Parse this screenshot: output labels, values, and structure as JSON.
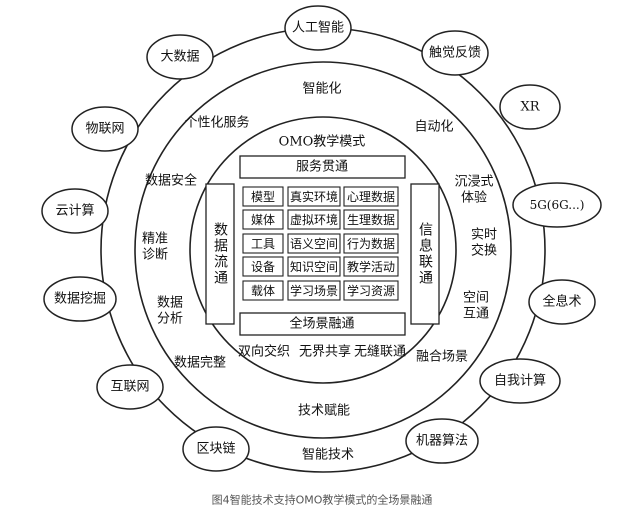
{
  "outer_nodes": [
    "人工智能",
    "触觉反馈",
    "XR",
    "5G(6G...)",
    "全息术",
    "自我计算",
    "机器算法",
    "智能技术",
    "区块链",
    "互联网",
    "数据挖掘",
    "云计算",
    "物联网",
    "大数据"
  ],
  "ring_labels": {
    "top": "智能化",
    "personal": "个性化服务",
    "auto": "自动化",
    "immersive": "沉浸式\n体验",
    "realtime": "实时\n交换",
    "space": "空间\n互通",
    "fusion": "融合场景",
    "tech_empower": "技术赋能",
    "complete": "数据完整",
    "analysis": "数据\n分析",
    "diagnosis": "精准\n诊断",
    "security": "数据安全"
  },
  "inner": {
    "title": "OMO教学模式",
    "service": "服务贯通",
    "scene": "全场景融通",
    "left_vertical": "数据流通",
    "right_vertical": "信息联通",
    "bottom_labels": [
      "双向交织",
      "无界共享",
      "无缝联通"
    ],
    "grid": [
      [
        "模型",
        "真实环境",
        "心理数据"
      ],
      [
        "媒体",
        "虚拟环境",
        "生理数据"
      ],
      [
        "工具",
        "语义空间",
        "行为数据"
      ],
      [
        "设备",
        "知识空间",
        "教学活动"
      ],
      [
        "载体",
        "学习场景",
        "学习资源"
      ]
    ]
  },
  "caption": "图4智能技术支持OMO教学模式的全场景融通"
}
